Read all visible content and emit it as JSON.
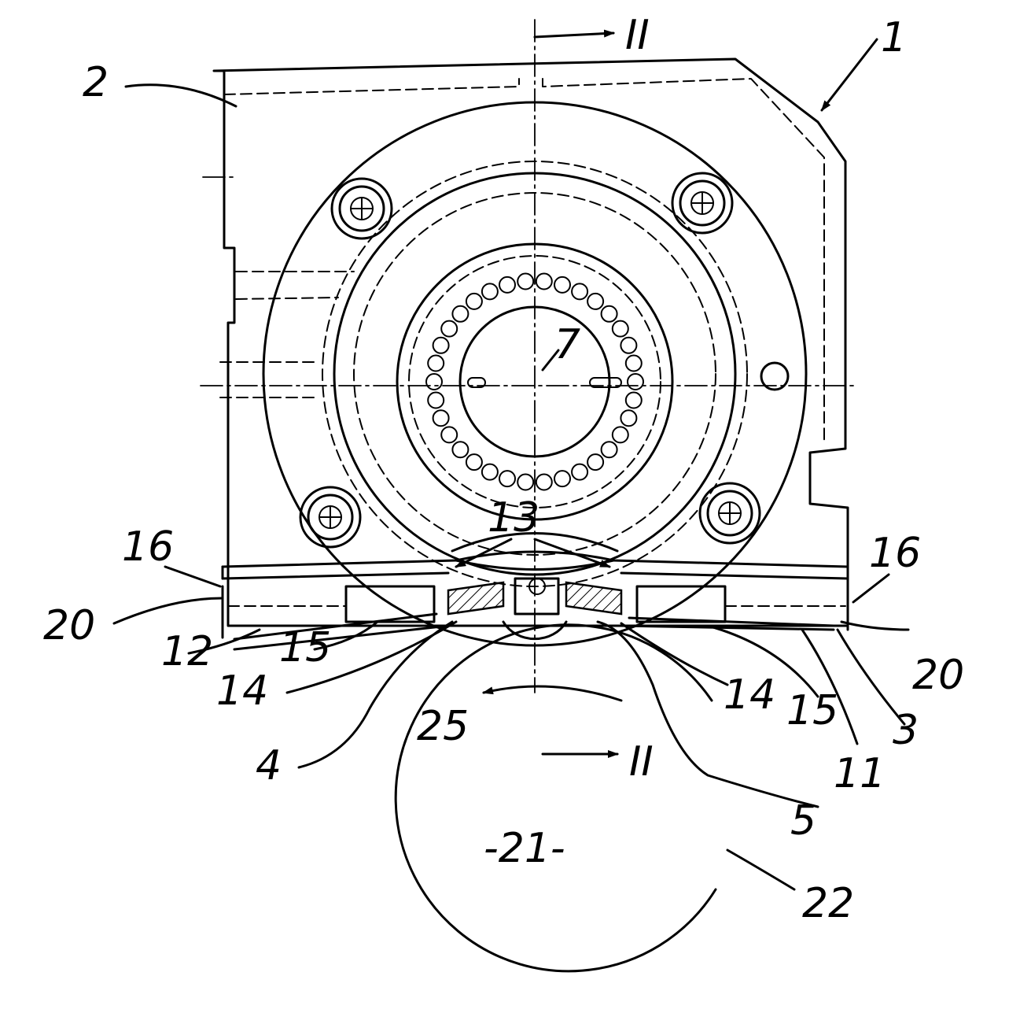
{
  "labels": {
    "l1": "1",
    "l2": "2",
    "l3": "3",
    "l4": "4",
    "l5": "5",
    "l7": "7",
    "l11": "11",
    "l12": "12",
    "l13": "13",
    "l14a": "14",
    "l14b": "14",
    "l15a": "15",
    "l15b": "15",
    "l16a": "16",
    "l16b": "16",
    "l20a": "20",
    "l20b": "20",
    "l21": "-21-",
    "l22": "22",
    "l25": "25",
    "sec_top": "II",
    "sec_mid": "II"
  }
}
